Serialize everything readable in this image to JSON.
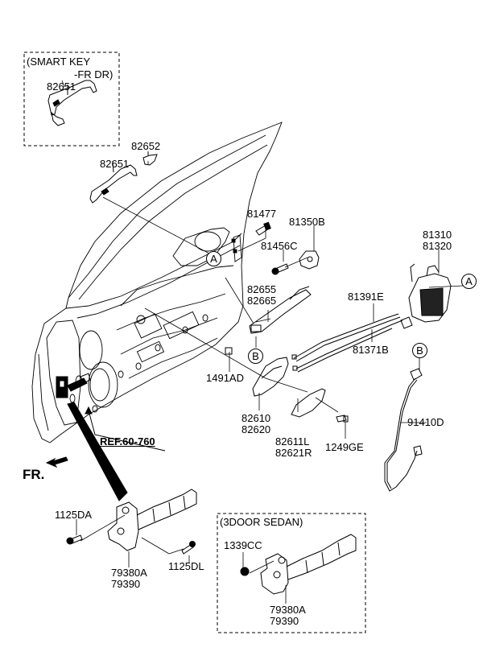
{
  "diagram": {
    "title": "Front Door Handle / Latch Parts Diagram",
    "groups": {
      "smart_key": {
        "line1": "(SMART KEY",
        "line2": "-FR DR)",
        "part": "82651"
      },
      "three_door": {
        "title": "(3DOOR SEDAN)",
        "part_nut": "1339CC",
        "part_checker": [
          "79380A",
          "79390"
        ]
      }
    },
    "labels": {
      "p82652": "82652",
      "p82651": "82651",
      "p81477": "81477",
      "p81350B": "81350B",
      "p81456C": "81456C",
      "p81310": "81310",
      "p81320": "81320",
      "p82655": "82655",
      "p82665": "82665",
      "p81391E": "81391E",
      "p81371B": "81371B",
      "p1491AD": "1491AD",
      "p82610": "82610",
      "p82620": "82620",
      "p82611L": "82611L",
      "p82621R": "82621R",
      "p1249GE": "1249GE",
      "p91410D": "91410D",
      "p1125DA": "1125DA",
      "p1125DL": "1125DL",
      "p79380A": "79380A",
      "p79390": "79390"
    },
    "callouts": {
      "a": "A",
      "b": "B"
    },
    "reference": "REF.60-760",
    "direction": "FR."
  }
}
